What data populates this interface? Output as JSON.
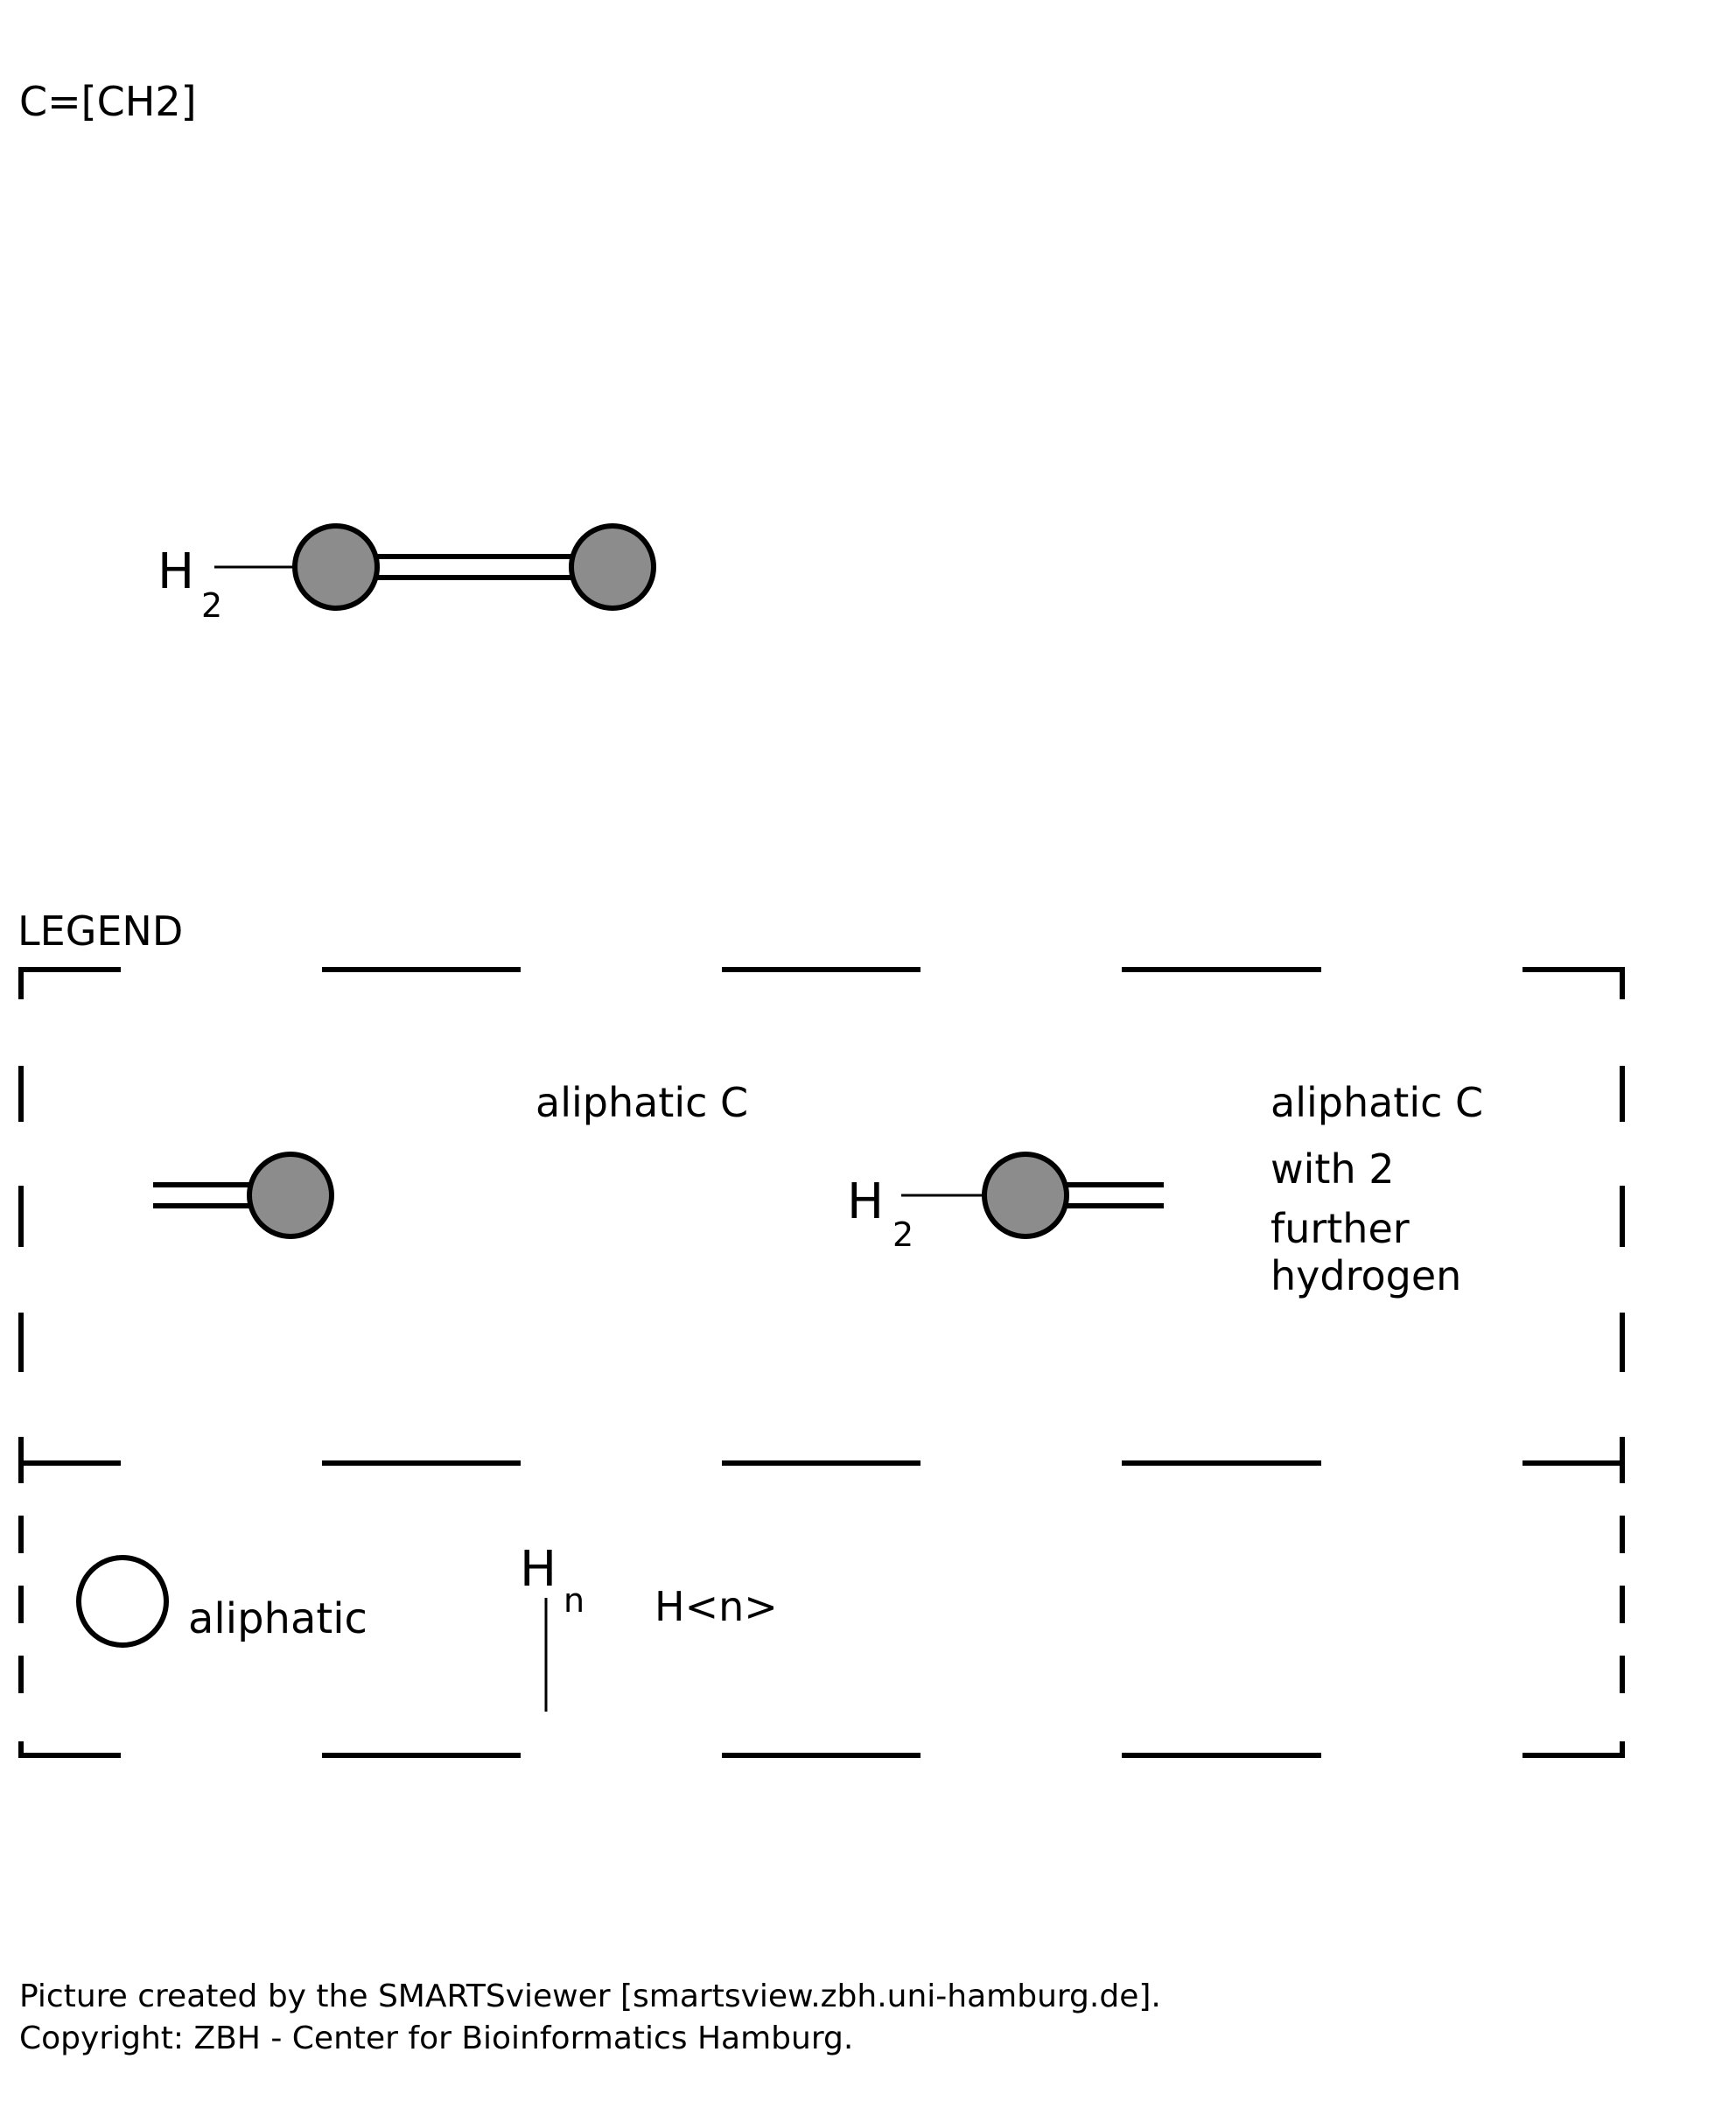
{
  "smarts": "C=[CH2]",
  "molecule": {
    "hydrogen_label": "H",
    "hydrogen_count": "2",
    "atom_color": "#8c8c8c",
    "bond": "double"
  },
  "legend": {
    "title": "LEGEND",
    "entries": [
      {
        "label": "aliphatic C"
      },
      {
        "label_lines": [
          "aliphatic C",
          "with 2",
          "further",
          "hydrogen"
        ],
        "hydrogen_label": "H",
        "hydrogen_count": "2"
      },
      {
        "label": "aliphatic"
      },
      {
        "symbol_label": "H",
        "symbol_sub": "n",
        "label": "H<n>"
      }
    ]
  },
  "footer": {
    "line1": "Picture created by the SMARTSviewer [smartsview.zbh.uni-hamburg.de].",
    "line2": "Copyright: ZBH - Center for Bioinformatics Hamburg."
  }
}
